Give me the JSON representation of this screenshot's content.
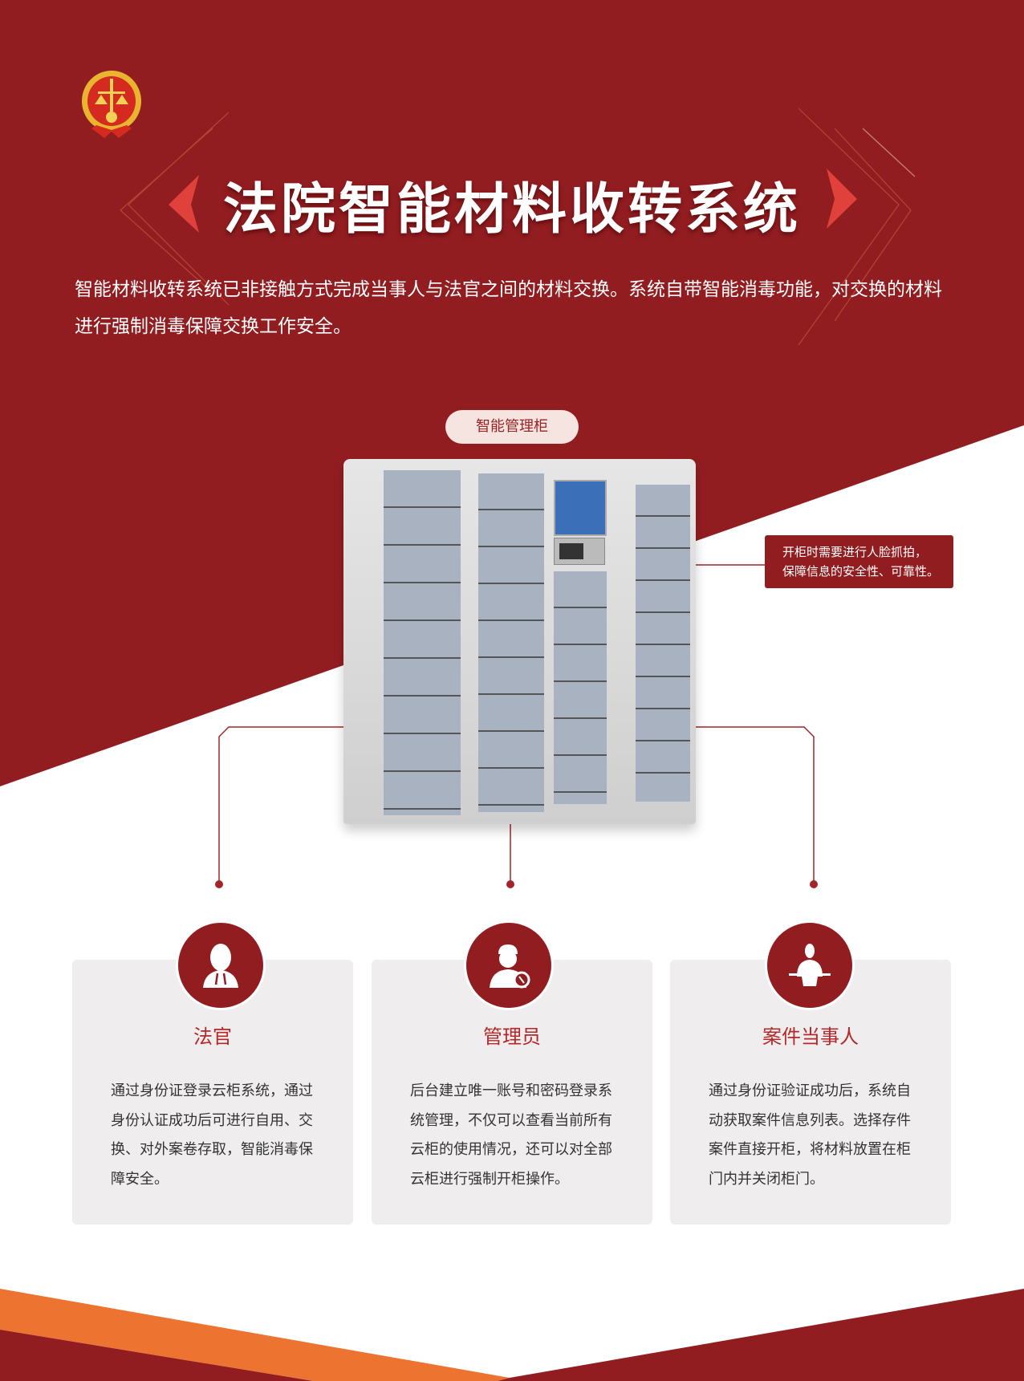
{
  "header": {
    "title": "法院智能材料收转系统",
    "intro": "智能材料收转系统已非接触方式完成当事人与法官之间的材料交换。系统自带智能消毒功能，对交换的材料进行强制消毒保障交换工作安全。",
    "logo_icon": "court-emblem-icon"
  },
  "device": {
    "badge": "智能管理柜",
    "callout_line1": "开柜时需要进行人脸抓拍，",
    "callout_line2": "保障信息的安全性、可靠性。"
  },
  "roles": [
    {
      "title": "法官",
      "icon": "judge-icon",
      "body": "通过身份证登录云柜系统，通过身份认证成功后可进行自用、交换、对外案卷存取，智能消毒保障安全。"
    },
    {
      "title": "管理员",
      "icon": "administrator-icon",
      "body": "后台建立唯一账号和密码登录系统管理，不仅可以查看当前所有云柜的使用情况，还可以对全部云柜进行强制开柜操作。"
    },
    {
      "title": "案件当事人",
      "icon": "litigant-icon",
      "body": "通过身份证验证成功后，系统自动获取案件信息列表。选择存件案件直接开柜，将材料放置在柜门内并关闭柜门。"
    }
  ],
  "colors": {
    "primary": "#921d21",
    "accent": "#ec7430",
    "card": "#efeded"
  }
}
